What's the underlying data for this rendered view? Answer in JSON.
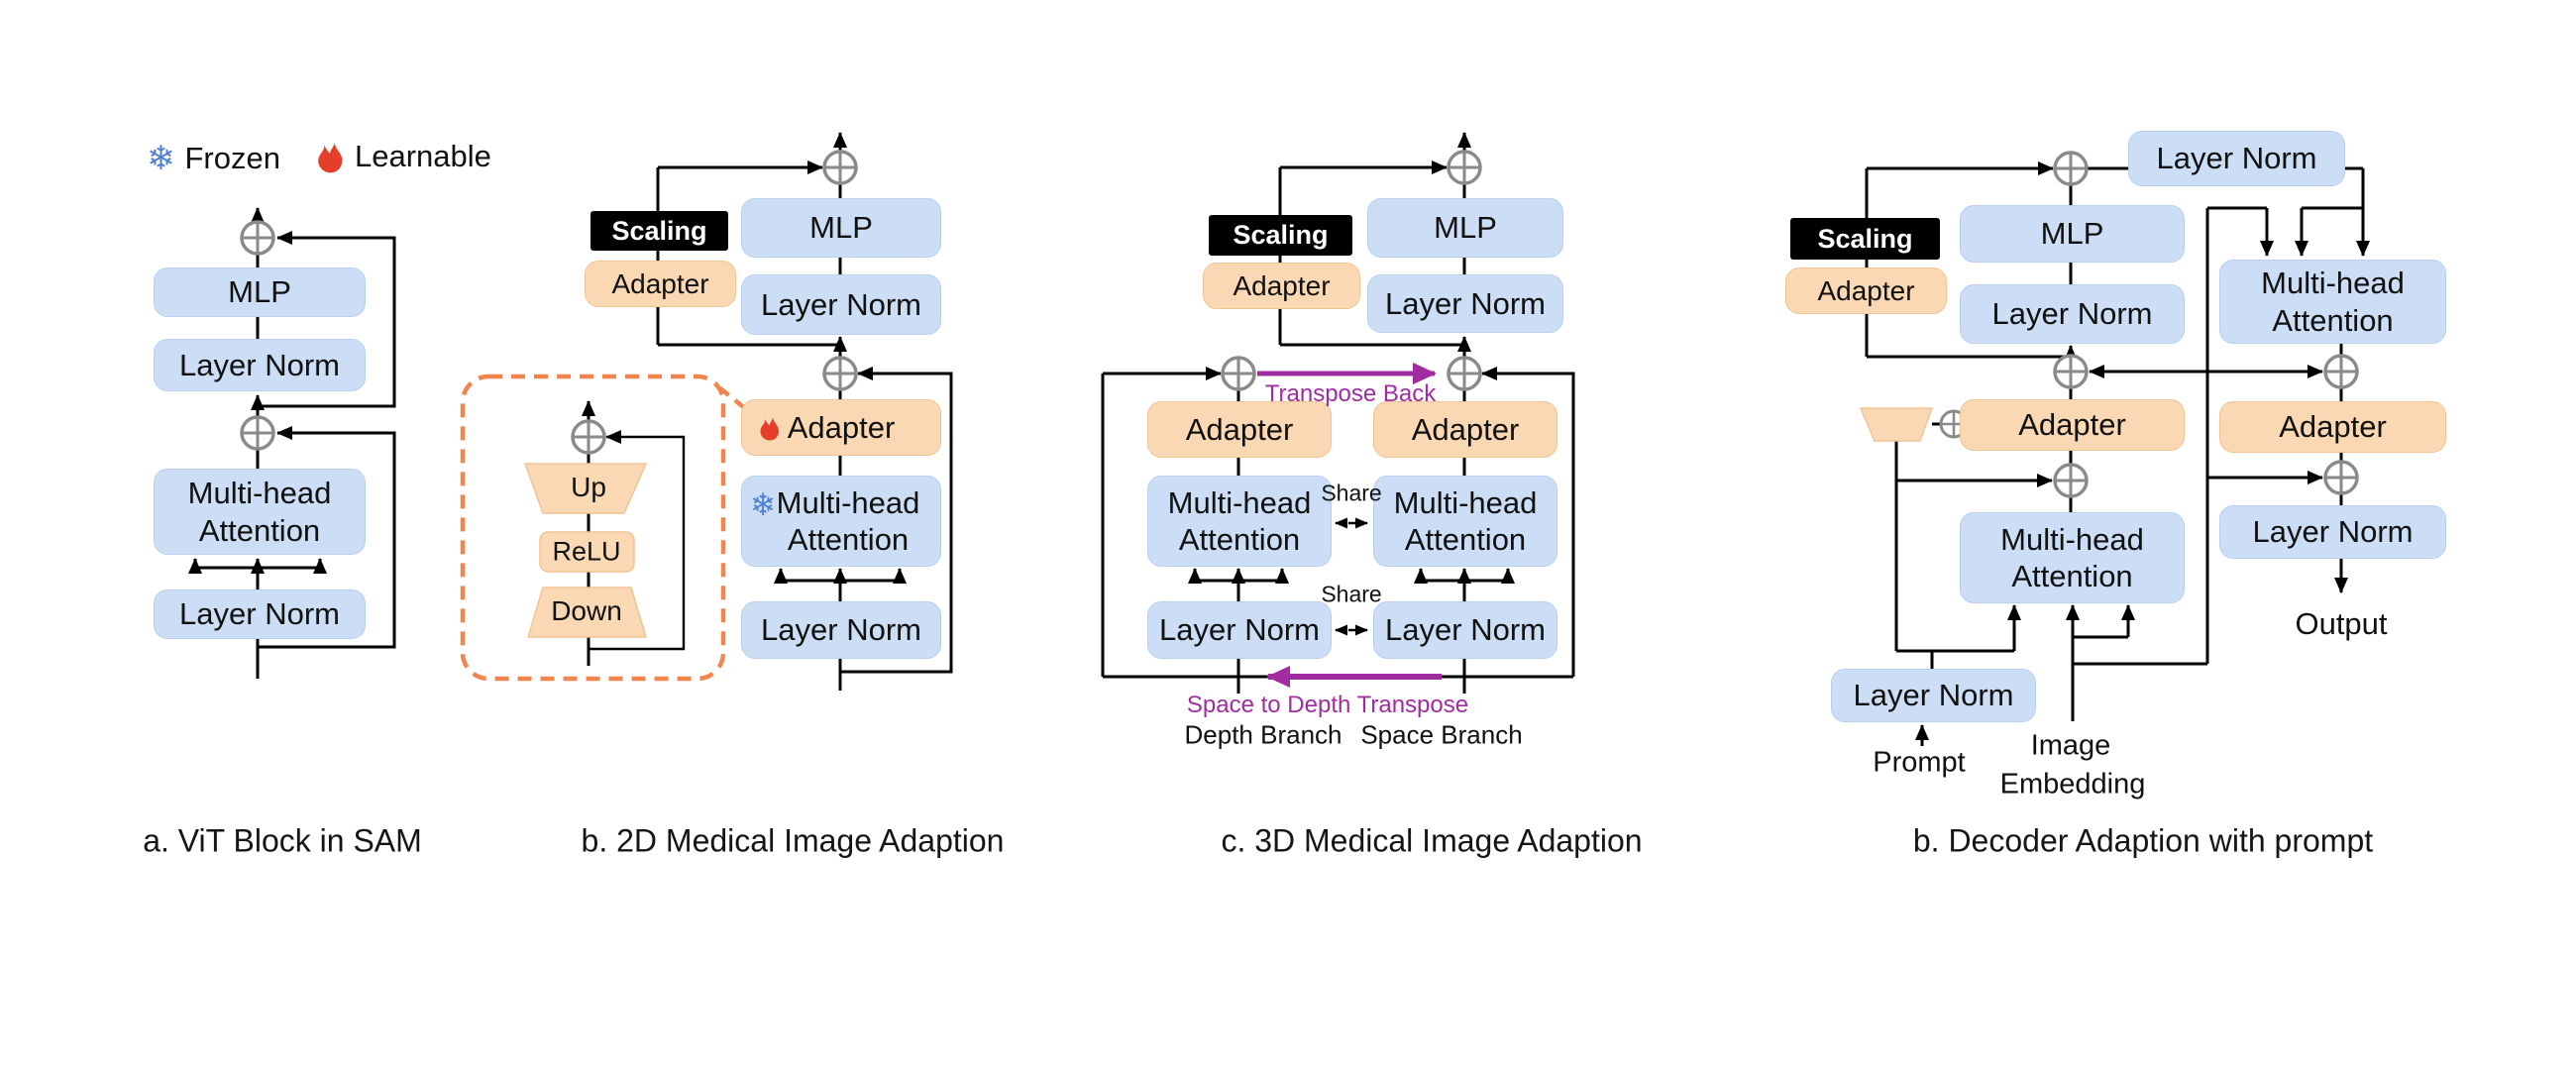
{
  "legend": {
    "frozen": "Frozen",
    "learnable": "Learnable"
  },
  "panel_a": {
    "caption": "a. ViT Block in SAM",
    "mlp": "MLP",
    "layer_norm_top": "Layer Norm",
    "attention": "Multi-head Attention",
    "layer_norm_bottom": "Layer Norm"
  },
  "panel_b": {
    "caption": "b. 2D Medical Image Adaption",
    "scaling": "Scaling",
    "adapter_top": "Adapter",
    "mlp": "MLP",
    "layer_norm_top": "Layer Norm",
    "adapter": "Adapter",
    "attention": "Multi-head Attention",
    "layer_norm_bottom": "Layer Norm",
    "inset": {
      "up": "Up",
      "relu": "ReLU",
      "down": "Down"
    }
  },
  "panel_c": {
    "caption": "c. 3D Medical Image Adaption",
    "scaling": "Scaling",
    "adapter_top": "Adapter",
    "mlp": "MLP",
    "layer_norm_top": "Layer Norm",
    "transpose_back": "Transpose Back",
    "space_to_depth": "Space to Depth Transpose",
    "share_attention": "Share",
    "share_norm": "Share",
    "depth": {
      "adapter": "Adapter",
      "attention": "Multi-head Attention",
      "layer_norm": "Layer Norm",
      "label": "Depth Branch"
    },
    "space": {
      "adapter": "Adapter",
      "attention": "Multi-head Attention",
      "layer_norm": "Layer Norm",
      "label": "Space Branch"
    }
  },
  "panel_d": {
    "caption": "b. Decoder Adaption with prompt",
    "scaling": "Scaling",
    "adapter_side": "Adapter",
    "layer_norm_top": "Layer Norm",
    "mlp": "MLP",
    "layer_norm_mid": "Layer Norm",
    "adapter_left": "Adapter",
    "attention_left": "Multi-head Attention",
    "attention_right": "Multi-head Attention",
    "adapter_right": "Adapter",
    "layer_norm_right": "Layer Norm",
    "layer_norm_prompt": "Layer Norm",
    "prompt": "Prompt",
    "image_line1": "Image",
    "image_line2": "Embedding",
    "output": "Output"
  },
  "colors": {
    "box_blue": "#cbdef5",
    "box_orange": "#fad8b3",
    "scaling_black": "#000000",
    "purple": "#a12ca1",
    "inset_dash_orange": "#f2854e",
    "frozen_blue": "#4f7fd0",
    "learnable_red": "#e53e2b"
  }
}
